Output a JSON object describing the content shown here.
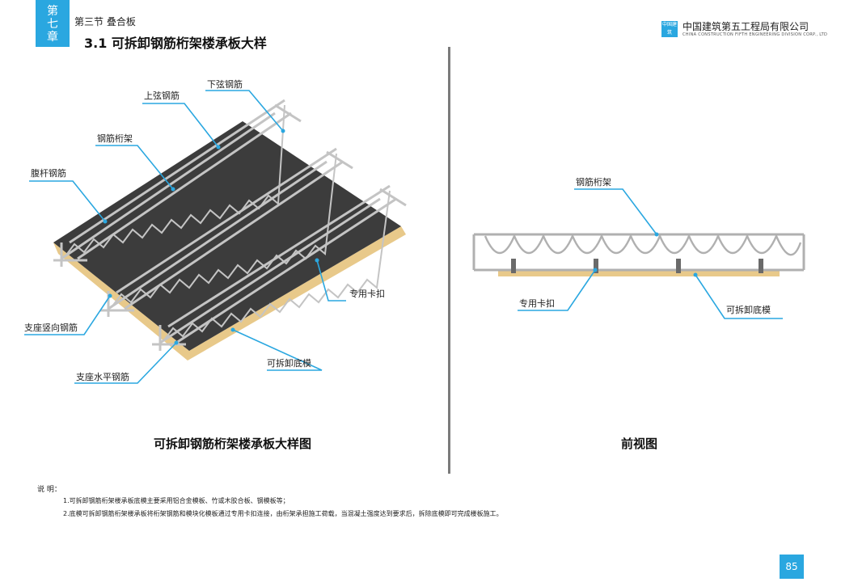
{
  "header": {
    "chapter_chars": [
      "第",
      "七",
      "章"
    ],
    "section": "第三节 叠合板",
    "subsection": "3.1 可拆卸钢筋桁架楼承板大样",
    "company_logo_text": "中国建筑",
    "company_name": "中国建筑第五工程局有限公司",
    "company_name_en": "CHINA CONSTRUCTION FIFTH ENGINEERING DIVISION CORP., LTD"
  },
  "left_figure": {
    "labels": {
      "top_chord": "上弦钢筋",
      "bottom_chord": "下弦钢筋",
      "truss": "钢筋桁架",
      "web_bar": "腹杆钢筋",
      "special_clip": "专用卡扣",
      "vertical_support": "支座竖向钢筋",
      "removable_bottom_mold": "可拆卸底模",
      "horizontal_support": "支座水平钢筋"
    },
    "caption": "可拆卸钢筋桁架楼承板大样图"
  },
  "right_figure": {
    "labels": {
      "truss": "钢筋桁架",
      "special_clip": "专用卡扣",
      "removable_bottom_mold": "可拆卸底模"
    },
    "caption": "前视图"
  },
  "notes": {
    "title": "说 明：",
    "items": [
      "1.可拆卸钢筋桁架楼承板底模主要采用铝合金模板、竹或木胶合板、钢模板等；",
      "2.底模可拆卸钢筋桁架楼承板将桁架钢筋和模块化模板通过专用卡扣连接，由桁架承担施工荷载，当混凝土强度达到要求后，拆除底模即可完成楼板施工。"
    ]
  },
  "page_number": "85",
  "colors": {
    "accent": "#2aa7e0",
    "deck_dark": "#3a3a3a",
    "wood": "#e8c98a",
    "steel": "#b8b8b8"
  }
}
